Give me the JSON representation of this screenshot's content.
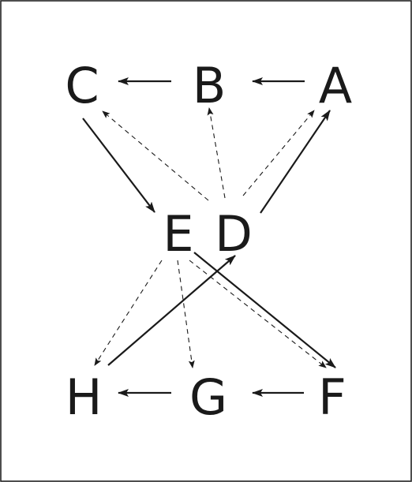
{
  "nodes": {
    "A": {
      "label": "A"
    },
    "B": {
      "label": "B"
    },
    "C": {
      "label": "C"
    },
    "D": {
      "label": "D"
    },
    "E": {
      "label": "E"
    },
    "F": {
      "label": "F"
    },
    "G": {
      "label": "G"
    },
    "H": {
      "label": "H"
    }
  },
  "edges": [
    {
      "from": "A",
      "to": "B",
      "style": "solid"
    },
    {
      "from": "B",
      "to": "C",
      "style": "solid"
    },
    {
      "from": "C",
      "to": "E",
      "style": "solid"
    },
    {
      "from": "D",
      "to": "A",
      "style": "solid"
    },
    {
      "from": "E",
      "to": "F",
      "style": "solid"
    },
    {
      "from": "H",
      "to": "D",
      "style": "solid"
    },
    {
      "from": "F",
      "to": "G",
      "style": "solid"
    },
    {
      "from": "G",
      "to": "H",
      "style": "solid"
    },
    {
      "from": "D",
      "to": "C",
      "style": "dashed"
    },
    {
      "from": "D",
      "to": "B",
      "style": "dashed"
    },
    {
      "from": "D",
      "to": "A",
      "style": "dashed"
    },
    {
      "from": "E",
      "to": "H",
      "style": "dashed"
    },
    {
      "from": "E",
      "to": "G",
      "style": "dashed"
    },
    {
      "from": "E",
      "to": "F",
      "style": "dashed"
    }
  ]
}
